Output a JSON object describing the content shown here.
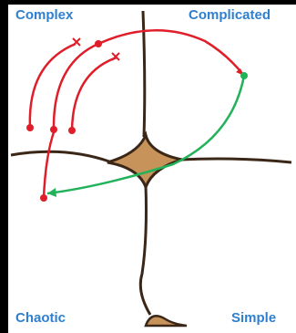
{
  "quadrants": {
    "top_left": "Complex",
    "top_right": "Complicated",
    "bottom_left": "Chaotic",
    "bottom_right": "Simple"
  },
  "colors": {
    "label": "#2f7fd0",
    "line": "#3a2718",
    "center_fill": "#c8935a",
    "red_path": "#e01e2a",
    "green_path": "#22b35a",
    "background": "#ffffff",
    "frame": "#000000"
  },
  "icons": {
    "blocked_marker": "x-cross-icon"
  }
}
